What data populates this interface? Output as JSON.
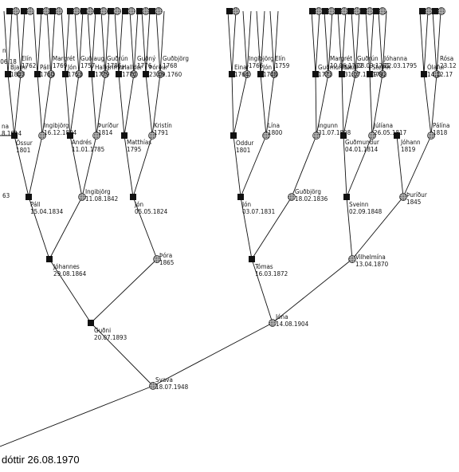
{
  "footer": "dóttir 26.08.1970",
  "people": {
    "svava": {
      "name": "Svava",
      "date": "18.07.1948",
      "shape": "female"
    },
    "gudni": {
      "name": "Guðni",
      "date": "20.07.1893",
      "shape": "male"
    },
    "jona": {
      "name": "Jóna",
      "date": "14.08.1904",
      "shape": "female"
    },
    "johannes": {
      "name": "Jóhannes",
      "date": "29.08.1864",
      "shape": "male"
    },
    "thora": {
      "name": "Þóra",
      "date": "1865",
      "shape": "female"
    },
    "tomas": {
      "name": "Tómas",
      "date": "16.03.1872",
      "shape": "male"
    },
    "vilhelmina": {
      "name": "Vilhelmína",
      "date": "13.04.1870",
      "shape": "female"
    },
    "pall1834": {
      "name": "Páll",
      "date": "15.04.1834",
      "shape": "male"
    },
    "ingibjorg1842": {
      "name": "Ingibjörg",
      "date": "11.08.1842",
      "shape": "female"
    },
    "jon1824": {
      "name": "Jón",
      "date": "05.05.1824",
      "shape": "male"
    },
    "jon1831": {
      "name": "Jón",
      "date": "03.07.1831",
      "shape": "male"
    },
    "gudbjorg1836": {
      "name": "Guðbjörg",
      "date": "18.02.1836",
      "shape": "female"
    },
    "sveinn1848": {
      "name": "Sveinn",
      "date": "02.09.1848",
      "shape": "male"
    },
    "thuridur1845": {
      "name": "Þuríður",
      "date": "1845",
      "shape": "female"
    },
    "na1814": {
      "name": "na",
      "date": "8.1814",
      "shape": "none"
    },
    "n63": {
      "name": "63",
      "date": "",
      "shape": "none"
    },
    "ossur1801": {
      "name": "Össur",
      "date": "1801",
      "shape": "male"
    },
    "ingibjorg1804": {
      "name": "Ingibjörg",
      "date": "16.12.1804",
      "shape": "female"
    },
    "andres1785": {
      "name": "Andrés",
      "date": "11.01.1785",
      "shape": "male"
    },
    "thuridur1814": {
      "name": "Þuríður",
      "date": "1814",
      "shape": "female"
    },
    "matthias1795": {
      "name": "Matthías",
      "date": "1795",
      "shape": "male"
    },
    "kristin1791": {
      "name": "Kristín",
      "date": "1791",
      "shape": "female"
    },
    "oddur1801": {
      "name": "Oddur",
      "date": "1801",
      "shape": "male"
    },
    "lina1800": {
      "name": "Lína",
      "date": "1800",
      "shape": "female"
    },
    "ingunn1808": {
      "name": "Ingunn",
      "date": "31.07.1808",
      "shape": "female"
    },
    "gudmundur1814": {
      "name": "Guðmundur",
      "date": "04.01.1814",
      "shape": "male"
    },
    "juliana1817": {
      "name": "Júlíana",
      "date": "26.05.1817",
      "shape": "female"
    },
    "johann1819": {
      "name": "Jóhann",
      "date": "1819",
      "shape": "male"
    },
    "bjarni1807": {
      "name": "Bjarni",
      "date": "1807",
      "shape": "male"
    },
    "elin1762": {
      "name": "Elín",
      "date": "1762",
      "shape": "female"
    },
    "pall1760": {
      "name": "Páll",
      "date": "1760",
      "shape": "male"
    },
    "margret1769": {
      "name": "Margrét",
      "date": "1769",
      "shape": "female"
    },
    "jon1753": {
      "name": "Jón",
      "date": "1753",
      "shape": "male"
    },
    "gudlaug1757": {
      "name": "Guðlaug",
      "date": "1757",
      "shape": "female"
    },
    "hallgrimur1779": {
      "name": "Hallgrímur",
      "date": "1779",
      "shape": "male"
    },
    "gudrun1786": {
      "name": "Guðrún",
      "date": "1786",
      "shape": "female"
    },
    "halldor1770": {
      "name": "Halldór",
      "date": "1770",
      "shape": "male"
    },
    "gudny1776": {
      "name": "Guðný",
      "date": "1776",
      "shape": "female"
    },
    "thordur1760": {
      "name": "Þórður",
      "date": "23.09.1760",
      "shape": "male"
    },
    "gudbjorg1768": {
      "name": "Guðbjörg",
      "date": "1768",
      "shape": "female"
    },
    "einar1764": {
      "name": "Einar",
      "date": "1764",
      "shape": "male"
    },
    "ingibjorg1766": {
      "name": "Ingibjörg",
      "date": "1766",
      "shape": "female"
    },
    "jon1748": {
      "name": "Jón",
      "date": "1748",
      "shape": "male"
    },
    "elin1759": {
      "name": "Elín",
      "date": "1759",
      "shape": "female"
    },
    "gudmundur1773": {
      "name": "Guðmundur",
      "date": "1773",
      "shape": "male"
    },
    "margret1772": {
      "name": "Margrét",
      "date": "10.06.1772",
      "shape": "female"
    },
    "skuli1779": {
      "name": "Skúli",
      "date": "31.07.1779",
      "shape": "male"
    },
    "gudrun1781": {
      "name": "Guðrún",
      "date": "28.09.1781",
      "shape": "female"
    },
    "steinn1792": {
      "name": "Steinn",
      "date": "1792",
      "shape": "male"
    },
    "johanna1795": {
      "name": "Jóhanna",
      "date": "22.03.1795",
      "shape": "female"
    },
    "olafur": {
      "name": "Ólafur",
      "date": "14.12.17",
      "shape": "male"
    },
    "rosa": {
      "name": "Rósa",
      "date": "23.12",
      "shape": "female"
    },
    "pallina1818": {
      "name": "Pálína",
      "date": "1818",
      "shape": "female"
    },
    "edge_left_date": {
      "name": "",
      "date": ".06.18",
      "shape": "none"
    },
    "edge_n": {
      "name": "n",
      "date": "",
      "shape": "none"
    }
  }
}
